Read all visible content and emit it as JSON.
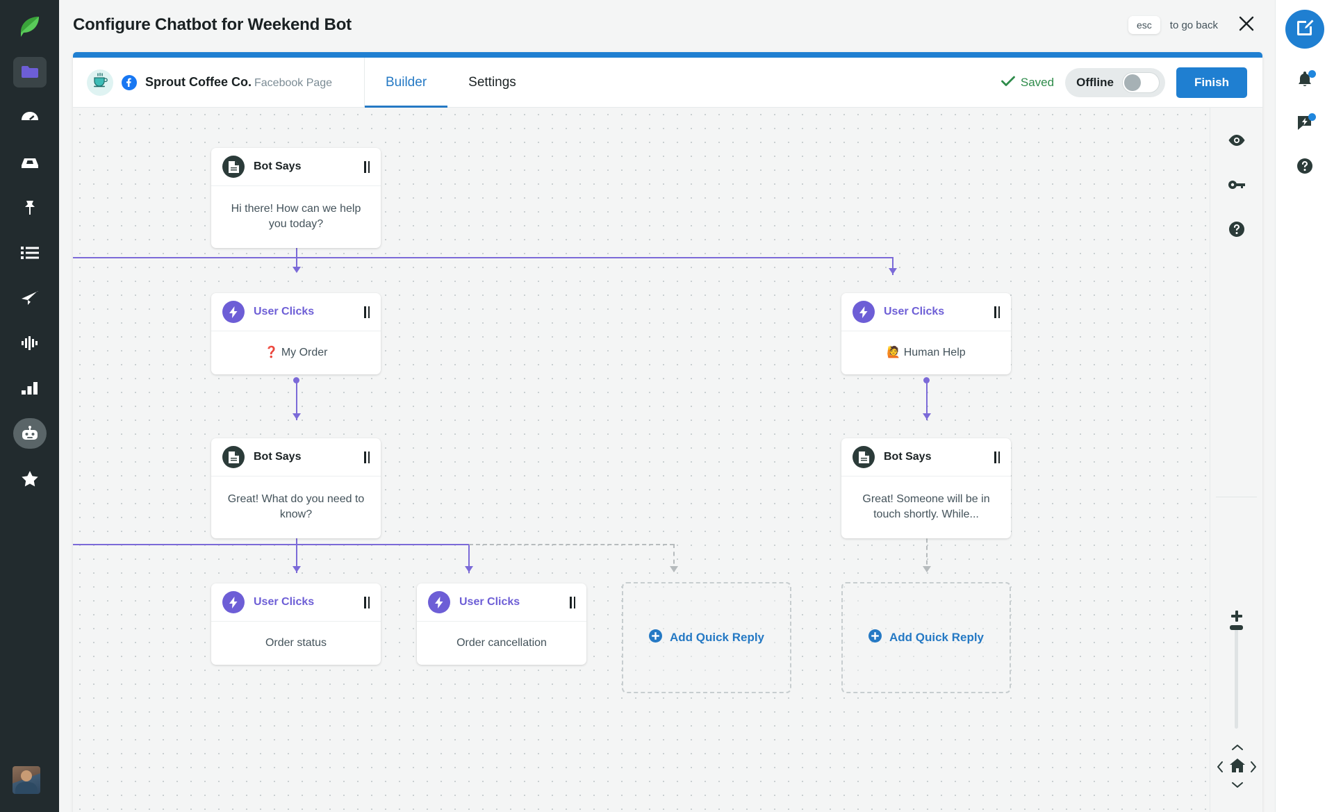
{
  "header": {
    "title": "Configure Chatbot for Weekend Bot",
    "esc_badge": "esc",
    "esc_text": "to go back",
    "close_icon": "close-icon"
  },
  "leftnav": {
    "items": [
      {
        "name": "sprout-logo",
        "icon": "leaf-icon"
      },
      {
        "name": "folder",
        "icon": "folder-icon",
        "active": true
      },
      {
        "name": "dashboard",
        "icon": "speedometer-icon"
      },
      {
        "name": "inbox",
        "icon": "inbox-icon"
      },
      {
        "name": "publishing",
        "icon": "pin-icon"
      },
      {
        "name": "tasks",
        "icon": "list-icon"
      },
      {
        "name": "send",
        "icon": "paper-plane-icon"
      },
      {
        "name": "listening",
        "icon": "waveform-icon"
      },
      {
        "name": "reports",
        "icon": "bar-chart-icon"
      },
      {
        "name": "bots",
        "icon": "bot-icon",
        "active": true
      },
      {
        "name": "premium",
        "icon": "star-icon"
      }
    ],
    "avatar": "user-avatar"
  },
  "builder": {
    "brand": {
      "avatar_icon": "coffee-cup-icon",
      "network_icon": "facebook-icon",
      "name": "Sprout Coffee Co.",
      "subtitle": "Facebook Page"
    },
    "tabs": [
      {
        "label": "Builder",
        "active": true
      },
      {
        "label": "Settings",
        "active": false
      }
    ],
    "status": {
      "saved_label": "Saved",
      "saved_icon": "check-icon",
      "saved_color": "#2e8b4a"
    },
    "toggle": {
      "label": "Offline",
      "state": "off"
    },
    "finish_label": "Finish"
  },
  "canvas": {
    "nodes": [
      {
        "id": "n1",
        "type": "Bot Says",
        "icon": "document-icon",
        "message": "Hi there! How can we help you today?",
        "handle": "drag-handle"
      },
      {
        "id": "n2",
        "type": "User Clicks",
        "icon": "lightning-bolt-icon",
        "message": "❓ My Order",
        "handle": "drag-handle"
      },
      {
        "id": "n3",
        "type": "User Clicks",
        "icon": "lightning-bolt-icon",
        "message": "🙋 Human Help",
        "handle": "drag-handle"
      },
      {
        "id": "n4",
        "type": "Bot Says",
        "icon": "document-icon",
        "message": "Great! What do you need to know?",
        "handle": "drag-handle"
      },
      {
        "id": "n5",
        "type": "Bot Says",
        "icon": "document-icon",
        "message": "Great! Someone will be in touch shortly. While...",
        "handle": "drag-handle"
      },
      {
        "id": "n6",
        "type": "User Clicks",
        "icon": "lightning-bolt-icon",
        "message": "Order status",
        "handle": "drag-handle"
      },
      {
        "id": "n7",
        "type": "User Clicks",
        "icon": "lightning-bolt-icon",
        "message": "Order cancellation",
        "handle": "drag-handle"
      }
    ],
    "add_quick_reply_label": "Add Quick Reply",
    "add_quick_reply_icon": "plus-circle-icon",
    "accent_node_purple": "#6d5ed6",
    "accent_link_blue": "#2579c4",
    "rail_icons": [
      "eye-icon",
      "key-icon",
      "help-circle-icon"
    ],
    "zoom": {
      "plus": "zoom-in-icon",
      "minus": "zoom-out-icon",
      "home": "home-icon",
      "up": "chevron-up-icon",
      "down": "chevron-down-icon",
      "left": "chevron-left-icon",
      "right": "chevron-right-icon"
    }
  },
  "rightrail": {
    "compose_icon": "compose-icon",
    "items": [
      {
        "name": "notifications",
        "icon": "bell-icon",
        "badge": true
      },
      {
        "name": "messages",
        "icon": "message-bolt-icon",
        "badge": true
      },
      {
        "name": "help",
        "icon": "help-circle-icon",
        "badge": false
      }
    ]
  }
}
